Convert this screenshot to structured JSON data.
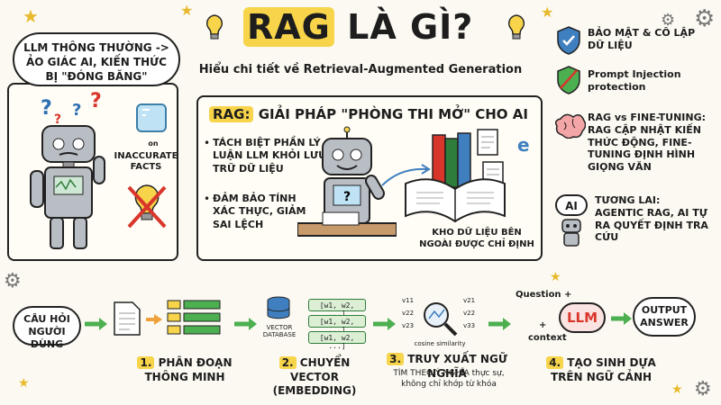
{
  "header": {
    "title_highlight": "RAG",
    "title_rest": " LÀ GÌ?",
    "subtitle": "Hiểu chi tiết về Retrieval-Augmented Generation"
  },
  "left_panel": {
    "bubble": "LLM THÔNG THƯỜNG -> ẢO GIÁC AI, KIẾN THỨC BỊ \"ĐÓNG BĂNG\"",
    "ice_note": "on",
    "facts_note": "INACCURATE FACTS"
  },
  "center_panel": {
    "heading_tag": "RAG:",
    "heading_rest": " GIẢI PHÁP \"PHÒNG THI MỞ\" CHO AI",
    "bullets": [
      "TÁCH BIỆT PHẦN LÝ LUẬN LLM KHỎI LƯU TRỮ DỮ LIỆU",
      "ĐẢM BẢO TÍNH XÁC THỰC, GIẢM SAI LỆCH"
    ],
    "store_label": "KHO DỮ LIỆU BÊN NGOÀI ĐƯỢC CHỈ ĐỊNH"
  },
  "right_panel": {
    "security": "BẢO MẬT & CÔ LẬP DỮ LIỆU",
    "prompt_injection": "Prompt Injection protection",
    "rag_vs_ft": "RAG vs FINE-TUNING: RAG CẬP NHẬT KIẾN THỨC ĐỘNG, FINE-TUNING ĐỊNH HÌNH GIỌNG VĂN",
    "ai_badge": "AI",
    "future": "TƯƠNG LAI: AGENTIC RAG, AI TỰ RA QUYẾT ĐỊNH TRA CỨU"
  },
  "pipeline": {
    "question_cloud": "CÂU HỎI NGƯỜI DÙNG",
    "vector_db_label": "VECTOR DATABASE",
    "vectors": [
      "[w1, w2, ...]",
      "[w1, w2, ...]",
      "[w1, w2, ...]"
    ],
    "cosine_label": "cosine similarity",
    "v_labels_left": [
      "v11",
      "v22",
      "v23"
    ],
    "v_labels_right": [
      "v21",
      "v22",
      "v33"
    ],
    "question_plus": "Question +",
    "plus": "+",
    "context": "context",
    "llm": "LLM",
    "output_cloud": "OUTPUT ANSWER",
    "step1_num": "1.",
    "step1": " PHÂN ĐOẠN THÔNG MINH",
    "step2_num": "2.",
    "step2": " CHUYỂN VECTOR (EMBEDDING)",
    "step3_num": "3.",
    "step3": " TRUY XUẤT NGỮ NGHĨA",
    "step3_sub": "TÌM THEO Ý NGHĨA thực sự, không chỉ khớp từ khóa",
    "step4_num": "4.",
    "step4": " TẠO SINH DỰA TRÊN NGỮ CẢNH"
  },
  "colors": {
    "highlight": "#f7d44a",
    "green": "#4caf50",
    "blue": "#3f7fbf",
    "red": "#d9362b",
    "ice": "#bfe3f5"
  }
}
